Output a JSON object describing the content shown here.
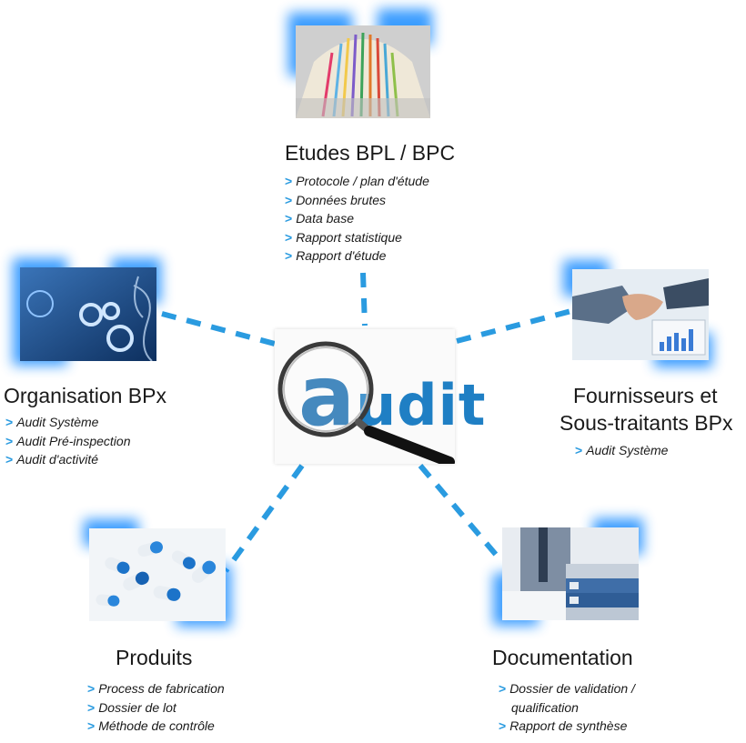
{
  "center": {
    "word_first": "a",
    "word_rest": "udit"
  },
  "nodes": {
    "etudes": {
      "title": "Etudes BPL / BPC",
      "items": [
        "Protocole / plan d'étude",
        "Données brutes",
        "Data base",
        "Rapport statistique",
        "Rapport d'étude"
      ]
    },
    "organisation": {
      "title": "Organisation BPx",
      "items": [
        "Audit Système",
        "Audit Pré-inspection",
        "Audit d'activité"
      ]
    },
    "fournisseurs": {
      "title_line1": "Fournisseurs et",
      "title_line2": "Sous-traitants BPx",
      "items": [
        "Audit Système"
      ]
    },
    "produits": {
      "title": "Produits",
      "items": [
        "Process de fabrication",
        "Dossier de lot",
        "Méthode de contrôle"
      ]
    },
    "documentation": {
      "title": "Documentation",
      "items": [
        "Dossier de validation /",
        "qualification",
        "Rapport de synthèse"
      ]
    }
  },
  "bullet_glyph": ">",
  "colors": {
    "accent": "#2a9be0",
    "glow": "#1a8cff",
    "audit_text": "#1f7fc4"
  },
  "icons": {
    "etudes": "file-folders-image",
    "organisation": "gears-image",
    "fournisseurs": "handshake-image",
    "produits": "capsules-image",
    "documentation": "binders-image",
    "center": "magnifying-glass-icon"
  }
}
